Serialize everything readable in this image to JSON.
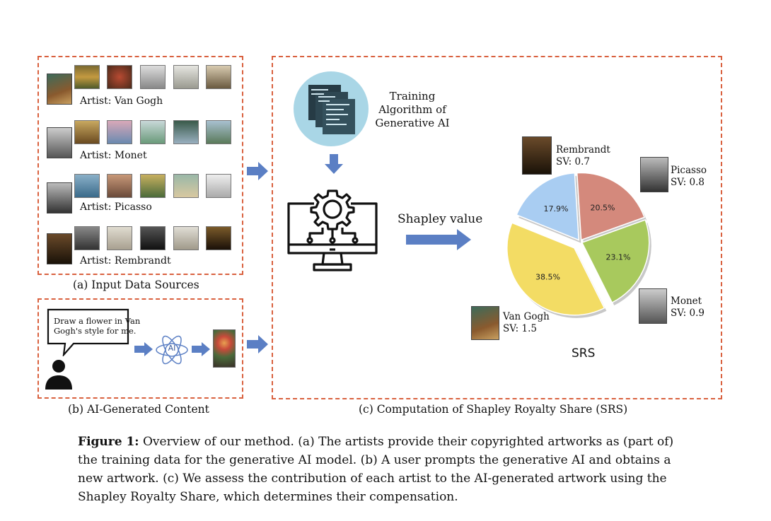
{
  "panel_a": {
    "caption": "(a) Input Data Sources",
    "artists": [
      {
        "label": "Artist: Van Gogh"
      },
      {
        "label": "Artist: Monet"
      },
      {
        "label": "Artist: Picasso"
      },
      {
        "label": "Artist: Rembrandt"
      }
    ]
  },
  "panel_b": {
    "caption": "(b) AI-Generated Content",
    "prompt_line1": "Draw a flower in Van",
    "prompt_line2": "Gogh's style for me.",
    "ai_label": "AI"
  },
  "panel_c": {
    "caption": "(c) Computation of Shapley Royalty Share (SRS)",
    "training_line1": "Training",
    "training_line2": "Algorithm of",
    "training_line3": "Generative AI",
    "shapley_label": "Shapley value",
    "srs_label": "SRS",
    "sv_labels": [
      {
        "name": "Rembrandt",
        "sv": "SV: 0.7"
      },
      {
        "name": "Picasso",
        "sv": "SV: 0.8"
      },
      {
        "name": "Monet",
        "sv": "SV: 0.9"
      },
      {
        "name": "Van Gogh",
        "sv": "SV: 1.5"
      }
    ]
  },
  "chart_data": {
    "type": "pie",
    "title": "SRS",
    "slices": [
      {
        "label": "Rembrandt",
        "value": 17.9,
        "text": "17.9%",
        "color": "#a9cdf2"
      },
      {
        "label": "Picasso",
        "value": 20.5,
        "text": "20.5%",
        "color": "#d4897c"
      },
      {
        "label": "Monet",
        "value": 23.1,
        "text": "23.1%",
        "color": "#a8c95d"
      },
      {
        "label": "Van Gogh",
        "value": 38.5,
        "text": "38.5%",
        "color": "#f3dc64"
      }
    ]
  },
  "figure_caption": {
    "label": "Figure 1:",
    "text": "Overview of our method. (a) The artists provide their copyrighted artworks as (part of) the training data for the generative AI model. (b) A user prompts the generative AI and obtains a new artwork. (c) We assess the contribution of each artist to the AI-generated artwork using the Shapley Royalty Share, which determines their compensation."
  },
  "colors": {
    "dash_border": "#d9613f",
    "arrow": "#5b7fc4",
    "training_circle": "#a9d6e6"
  }
}
